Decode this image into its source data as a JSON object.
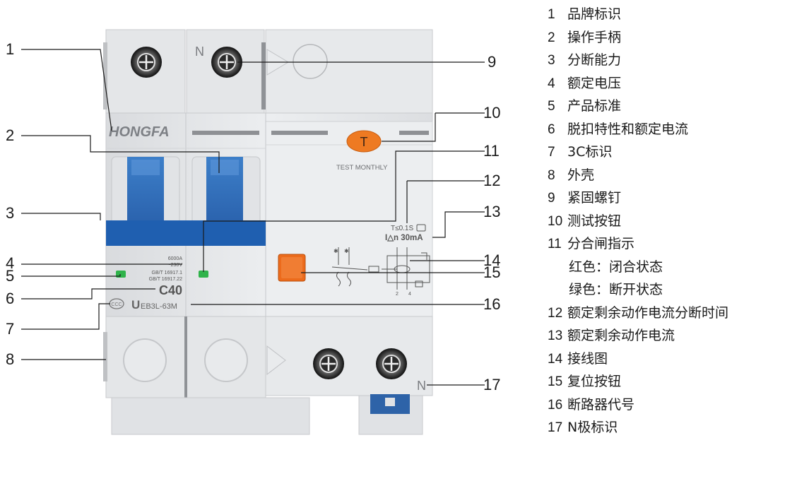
{
  "device": {
    "brand": "HONGFA",
    "n_mark_top": "N",
    "n_mark_bottom": "N",
    "test_label": "TEST MONTHLY",
    "test_button_glyph": "T",
    "breaking_capacity": "6000A",
    "voltage": "~230V",
    "standard_1": "GB/T 16917.1",
    "standard_2": "GB/T 16917.22",
    "rating": "C40",
    "model_prefix": "U",
    "model": "EB3L-63M",
    "trip_time": "T≤0.1S",
    "residual_current": "I△n 30mA",
    "wiring_terminal_2": "2",
    "wiring_terminal_4": "4",
    "colors": {
      "body": "#e9eaec",
      "handle": "#2f6fb8",
      "handle_band": "#1f5fb0",
      "test_button": "#ee7a22",
      "reset_button": "#ec6b1c",
      "indicator": "#2fb34a",
      "rail_clip": "#2e63a8"
    }
  },
  "callouts": [
    "1",
    "2",
    "3",
    "4",
    "5",
    "6",
    "7",
    "8",
    "9",
    "10",
    "11",
    "12",
    "13",
    "14",
    "15",
    "16",
    "17"
  ],
  "legend": [
    {
      "num": "1",
      "text": "品牌标识"
    },
    {
      "num": "2",
      "text": "操作手柄"
    },
    {
      "num": "3",
      "text": "分断能力"
    },
    {
      "num": "4",
      "text": "额定电压"
    },
    {
      "num": "5",
      "text": "产品标准"
    },
    {
      "num": "6",
      "text": "脱扣特性和额定电流"
    },
    {
      "num": "7",
      "text": "3C标识"
    },
    {
      "num": "8",
      "text": "外壳"
    },
    {
      "num": "9",
      "text": "紧固螺钉"
    },
    {
      "num": "10",
      "text": "测试按钮"
    },
    {
      "num": "11",
      "text": "分合闸指示"
    },
    {
      "num": "",
      "text": "红色：闭合状态"
    },
    {
      "num": "",
      "text": "绿色：断开状态"
    },
    {
      "num": "12",
      "text": "额定剩余动作电流分断时间"
    },
    {
      "num": "13",
      "text": "额定剩余动作电流"
    },
    {
      "num": "14",
      "text": "接线图"
    },
    {
      "num": "15",
      "text": "复位按钮"
    },
    {
      "num": "16",
      "text": "断路器代号"
    },
    {
      "num": "17",
      "text": "N极标识"
    }
  ]
}
